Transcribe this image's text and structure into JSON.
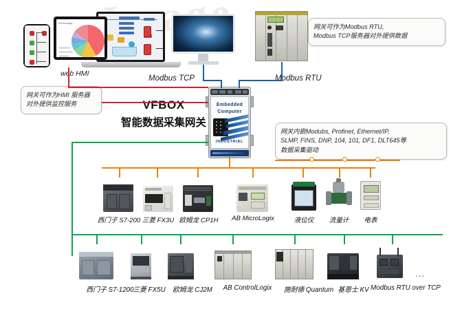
{
  "diagram": {
    "title_main": "VFBOX",
    "title_sub": "智能数据采集网关",
    "watermark": "Image"
  },
  "callouts": [
    {
      "id": "modbus-server",
      "lines": [
        "网关可作为Modbus RTU,",
        "Modbus TCP服务器对外提供数据"
      ]
    },
    {
      "id": "hmi-server",
      "lines": [
        "网关可作为HMI 服务器",
        "对外提供监控服务"
      ]
    },
    {
      "id": "drivers",
      "lines": [
        "网关内嵌Modubs, Profinet, Ethernet/IP,",
        "SLMP, FINS, DNP, 104, 101, DF1, DLT645等",
        "数据采集驱动"
      ]
    }
  ],
  "link_labels": {
    "web_hmi": "web HMI",
    "modbus_tcp": "Modbus TCP",
    "modbus_rtu": "Modbus RTU"
  },
  "gateway": {
    "face_line1": "Embedded",
    "face_line2": "Computer",
    "brand": "INDUSTRIAL"
  },
  "devices_row1": [
    {
      "label": "西门子 S7-200",
      "icon": "plc-siemens-s7200"
    },
    {
      "label": "三菱 FX3U",
      "icon": "plc-mitsubishi-fx3u"
    },
    {
      "label": "欧姆龙 CP1H",
      "icon": "plc-omron-cp1h"
    },
    {
      "label": "AB MicroLogix",
      "icon": "plc-ab-micrologix"
    },
    {
      "label": "液位仪",
      "icon": "level-meter"
    },
    {
      "label": "流量计",
      "icon": "flow-meter"
    },
    {
      "label": "电表",
      "icon": "electric-meter"
    }
  ],
  "devices_row2": [
    {
      "label": "西门子 S7-1200",
      "icon": "plc-siemens-s71200"
    },
    {
      "label": "三菱 FX5U",
      "icon": "plc-mitsubishi-fx5u"
    },
    {
      "label": "欧姆龙 CJ2M",
      "icon": "plc-omron-cj2m"
    },
    {
      "label": "AB ControlLogix",
      "icon": "plc-ab-controllogix"
    },
    {
      "label": "施耐德 Quantum",
      "icon": "plc-schneider-quantum"
    },
    {
      "label": "基恩士 KV",
      "icon": "plc-keyence-kv"
    },
    {
      "label": "Modbus RTU over TCP",
      "icon": "serial-server"
    }
  ],
  "row2_more": "...",
  "colors": {
    "red_link": "#d0222a",
    "blue_link": "#1b5fa8",
    "green_bus": "#0ba84b",
    "orange_bus": "#e8820c"
  }
}
